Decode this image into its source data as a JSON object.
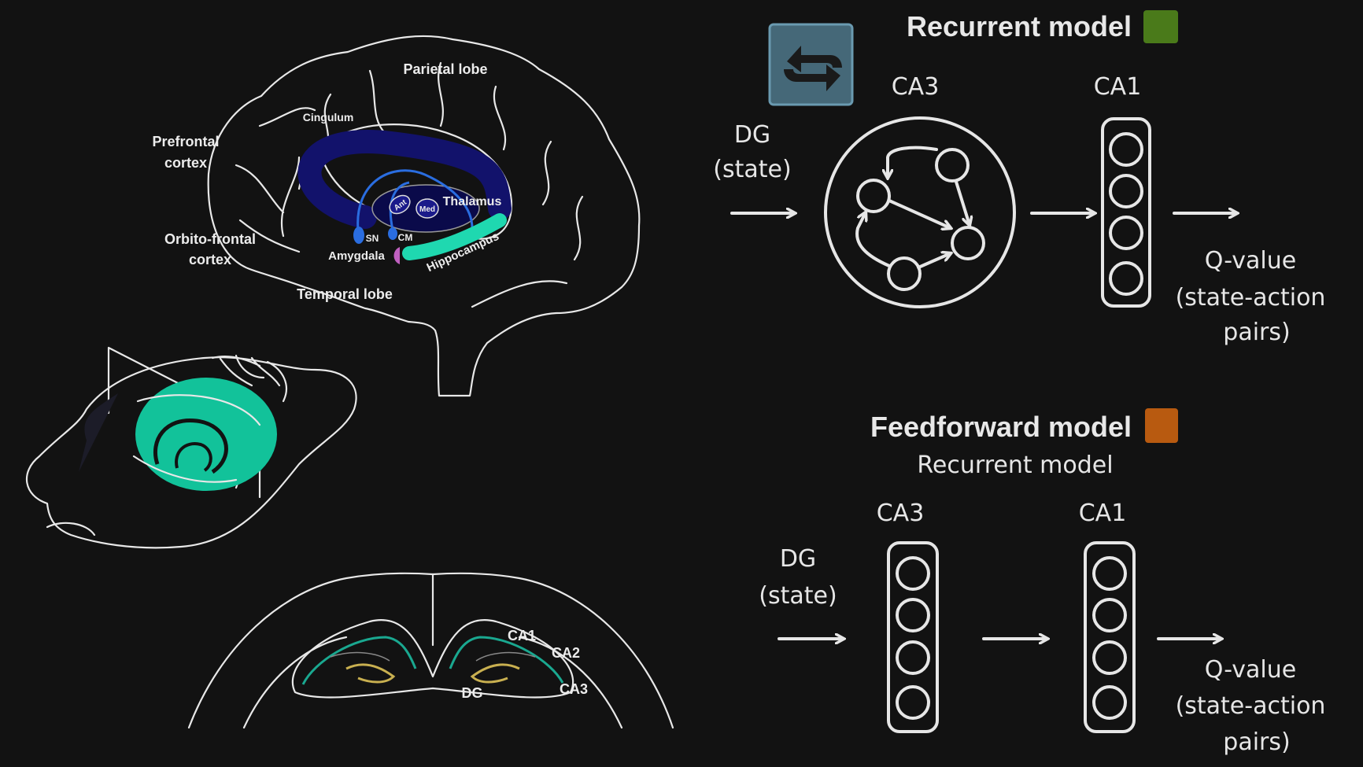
{
  "brain_labels": {
    "parietal": "Parietal lobe",
    "cingulum": "Cingulum",
    "prefrontal_1": "Prefrontal",
    "prefrontal_2": "cortex",
    "thalamus": "Thalamus",
    "ant": "Ant",
    "med": "Med",
    "sn": "SN",
    "cm": "CM",
    "orbito_1": "Orbito-frontal",
    "orbito_2": "cortex",
    "amygdala": "Amygdala",
    "hippocampus": "Hippocampus",
    "temporal": "Temporal lobe"
  },
  "coronal_labels": {
    "ca1": "CA1",
    "ca2": "CA2",
    "ca3": "CA3",
    "dg": "DG"
  },
  "recurrent": {
    "title": "Recurrent model",
    "color": "#4a7a1a",
    "icon": "repeat-icon",
    "ca3": "CA3",
    "ca1": "CA1",
    "input_1": "DG",
    "input_2": "(state)",
    "output_1": "Q-value",
    "output_2": "(state-action",
    "output_3": "pairs)"
  },
  "feedforward": {
    "title": "Feedforward model",
    "subtitle": "Recurrent model",
    "color": "#b85a10",
    "ca3": "CA3",
    "ca1": "CA1",
    "input_1": "DG",
    "input_2": "(state)",
    "output_1": "Q-value",
    "output_2": "(state-action",
    "output_3": "pairs)"
  }
}
